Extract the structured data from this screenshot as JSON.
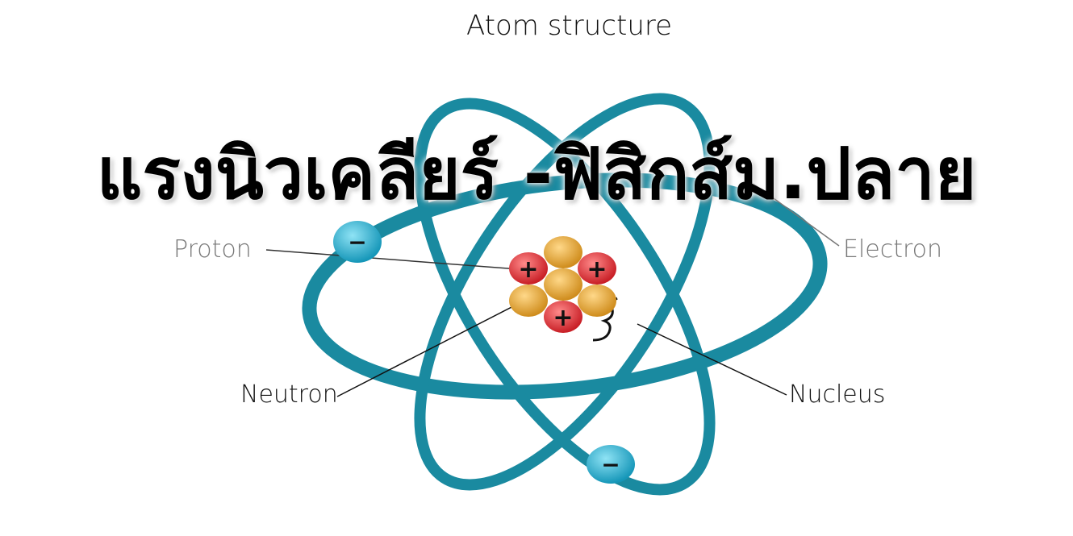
{
  "title": "Atom structure",
  "labels": {
    "proton": "Proton",
    "electron": "Electron",
    "neutron": "Neutron",
    "nucleus": "Nucleus"
  },
  "overlay_text": "แรงนิวเคลียร์ -ฟิสิกส์ม.ปลาย",
  "symbols": {
    "plus": "+",
    "minus": "−"
  },
  "colors": {
    "orbit": "#1a8aa0",
    "proton": "#e03a3e",
    "neutron": "#e5a935",
    "electron": "#29b6d8"
  }
}
